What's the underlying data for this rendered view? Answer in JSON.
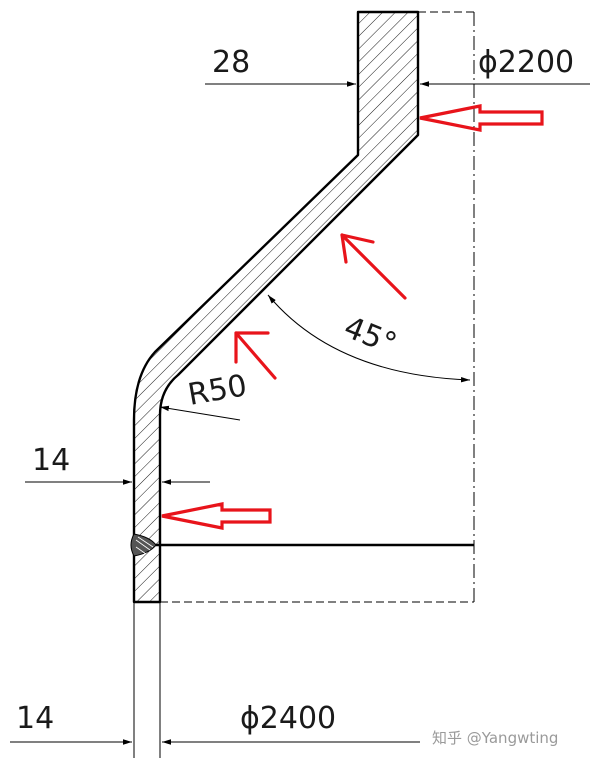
{
  "dimensions": {
    "top_wall_thickness": "28",
    "top_diameter": "ϕ2200",
    "cone_angle": "45°",
    "bend_radius": "R50",
    "side_wall_thickness": "14",
    "bottom_wall_thickness": "14",
    "bottom_diameter": "ϕ2400"
  },
  "watermark": "知乎 @Yangwting",
  "colors": {
    "line": "#000000",
    "arrow": "#e8141b",
    "text": "#1a1a1a",
    "watermark": "#9a9a9a"
  },
  "icons": {
    "load_arrow": "arrow-icon",
    "weld": "weld-symbol-icon"
  }
}
